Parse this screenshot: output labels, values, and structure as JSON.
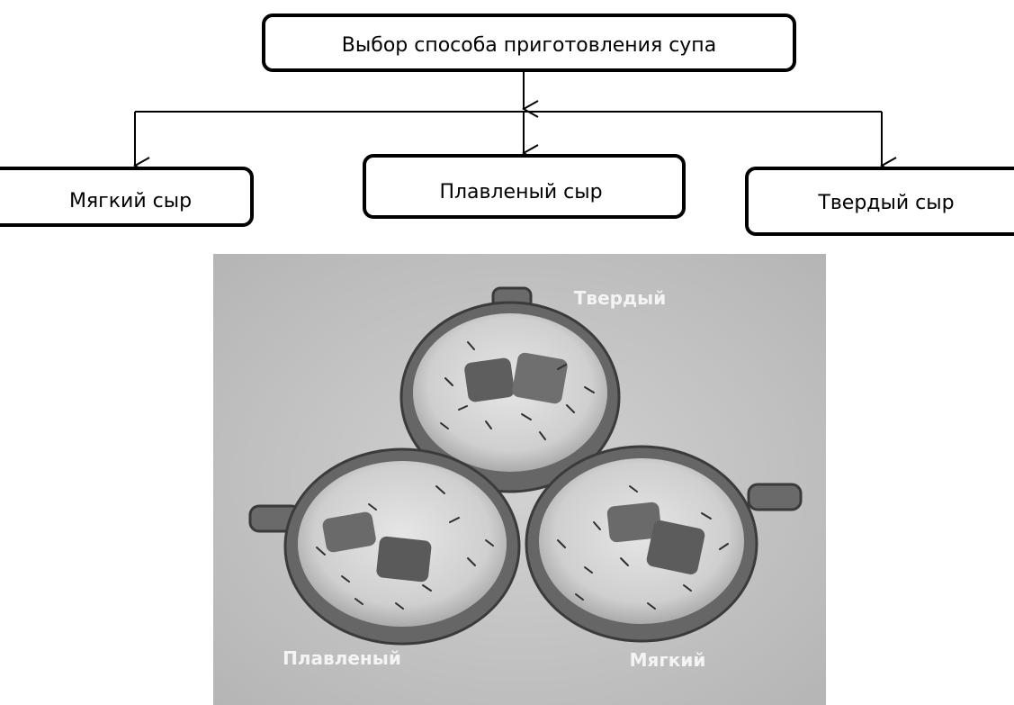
{
  "flowchart": {
    "root": "Выбор способа приготовления супа",
    "options": [
      "Мягкий сыр",
      "Плавленый сыр",
      "Твердый сыр"
    ]
  },
  "photo": {
    "labels": {
      "top": "Твердый",
      "bottom_left": "Плавленый",
      "bottom_right": "Мягкий"
    }
  }
}
